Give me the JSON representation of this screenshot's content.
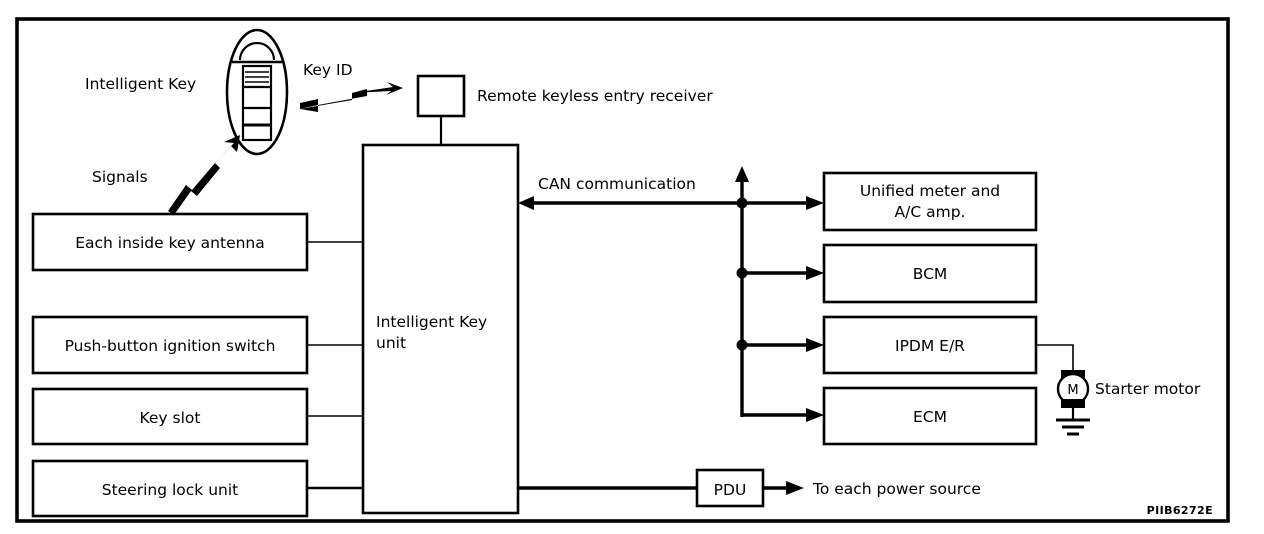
{
  "figure": {
    "id_label": "PIIB6272E",
    "background_color": "#ffffff",
    "line_color": "#000000"
  },
  "labels": {
    "intelligent_key": "Intelligent Key",
    "key_id": "Key ID",
    "signals": "Signals",
    "remote_receiver": "Remote keyless entry receiver",
    "can_communication": "CAN communication",
    "starter_motor": "Starter motor",
    "to_each_power_source": "To each power source",
    "motor_symbol": "M"
  },
  "blocks": {
    "intelligent_key_unit": {
      "line1": "Intelligent Key",
      "line2": "unit"
    },
    "inputs": [
      {
        "label": "Each inside key antenna"
      },
      {
        "label": "Push-button ignition switch"
      },
      {
        "label": "Key slot"
      },
      {
        "label": "Steering lock unit"
      }
    ],
    "can_nodes": [
      {
        "line1": "Unified meter and",
        "line2": "A/C amp."
      },
      {
        "line1": "BCM",
        "line2": ""
      },
      {
        "line1": "IPDM E/R",
        "line2": ""
      },
      {
        "line1": "ECM",
        "line2": ""
      }
    ],
    "pdu": {
      "label": "PDU"
    },
    "receiver": {
      "label": ""
    }
  }
}
